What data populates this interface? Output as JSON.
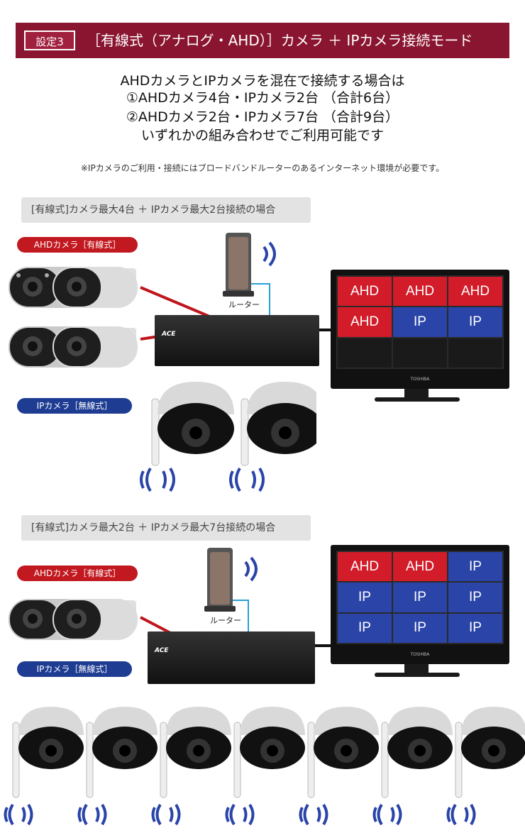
{
  "header": {
    "badge": "設定3",
    "title": "［有線式（アナログ・AHD）］カメラ ＋ IPカメラ接続モード"
  },
  "intro": {
    "lines": [
      "AHDカメラとIPカメラを混在で接続する場合は",
      "①AHDカメラ4台・IPカメラ2台 （合計6台）",
      "②AHDカメラ2台・IPカメラ7台 （合計9台）",
      "いずれかの組み合わせでご利用可能です"
    ],
    "note": "※IPカメラのご利用・接続にはブロードバンドルーターのあるインターネット環境が必要です。"
  },
  "scenarios": [
    {
      "title": "[有線式]カメラ最大4台 ＋ IPカメラ最大2台接続の場合",
      "ahd_label": "AHDカメラ［有線式］",
      "ip_label": "IPカメラ［無線式］",
      "router_label": "ルーター",
      "dvr_brand": "ACE",
      "monitor_brand": "TOSHIBA",
      "grid": [
        {
          "type": "ahd",
          "text": "AHD"
        },
        {
          "type": "ahd",
          "text": "AHD"
        },
        {
          "type": "ahd",
          "text": "AHD"
        },
        {
          "type": "ahd",
          "text": "AHD"
        },
        {
          "type": "ip",
          "text": "IP"
        },
        {
          "type": "ip",
          "text": "IP"
        },
        {
          "type": "empty",
          "text": ""
        },
        {
          "type": "empty",
          "text": ""
        },
        {
          "type": "empty",
          "text": ""
        }
      ]
    },
    {
      "title": "[有線式]カメラ最大2台 ＋ IPカメラ最大7台接続の場合",
      "ahd_label": "AHDカメラ［有線式］",
      "ip_label": "IPカメラ［無線式］",
      "router_label": "ルーター",
      "dvr_brand": "ACE",
      "monitor_brand": "TOSHIBA",
      "grid": [
        {
          "type": "ahd",
          "text": "AHD"
        },
        {
          "type": "ahd",
          "text": "AHD"
        },
        {
          "type": "ip",
          "text": "IP"
        },
        {
          "type": "ip",
          "text": "IP"
        },
        {
          "type": "ip",
          "text": "IP"
        },
        {
          "type": "ip",
          "text": "IP"
        },
        {
          "type": "ip",
          "text": "IP"
        },
        {
          "type": "ip",
          "text": "IP"
        },
        {
          "type": "ip",
          "text": "IP"
        }
      ]
    }
  ],
  "icons": {
    "bullet_camera": "bullet-camera-icon",
    "dome_camera": "dome-camera-icon",
    "router": "router-icon",
    "dvr": "dvr-recorder-icon",
    "monitor": "monitor-icon",
    "wifi": "wifi-signal-icon"
  },
  "colors": {
    "banner": "#8a1530",
    "ahd": "#d21c2a",
    "ip": "#2a44a8",
    "cable": "#c0141c",
    "lan": "#2a9fd6"
  }
}
